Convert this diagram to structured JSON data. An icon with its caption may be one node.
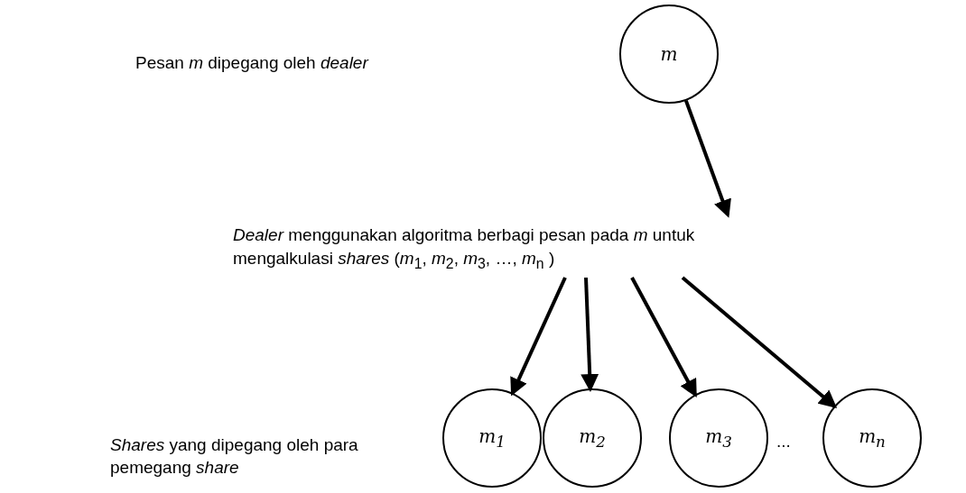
{
  "diagram": {
    "nodes": [
      {
        "text": [
          "m"
        ]
      },
      {
        "text": [
          "*Dealer* menggunakan algoritma berbagi pesan pada *m* untuk mengalkulasi *shares* (*m*$_{1}$, *m*$_{2}$, *m*$_{3}$, …, *m*$_{n}$ )"
        ]
      },
      {
        "text": [
          "*m*$_{1}$"
        ]
      },
      {
        "text": [
          "*m*$_{2}$"
        ]
      },
      {
        "text": [
          "*m*$_{3}$"
        ]
      },
      {
        "text": [
          "*m*$_{n}$"
        ]
      }
    ],
    "edges": [
      {
        "from": 0,
        "to": 1,
        "arrow": "to"
      },
      {
        "from": 1,
        "to": 2,
        "arrow": "to"
      },
      {
        "from": 1,
        "to": 3,
        "arrow": "to"
      },
      {
        "from": 1,
        "to": 4,
        "arrow": "to"
      },
      {
        "from": 1,
        "to": 5,
        "arrow": "to"
      }
    ],
    "labels": [
      "Pesan *m* dipegang oleh *dealer*",
      "*Shares* yang dipegang oleh para pemegang *share*",
      "..."
    ]
  }
}
